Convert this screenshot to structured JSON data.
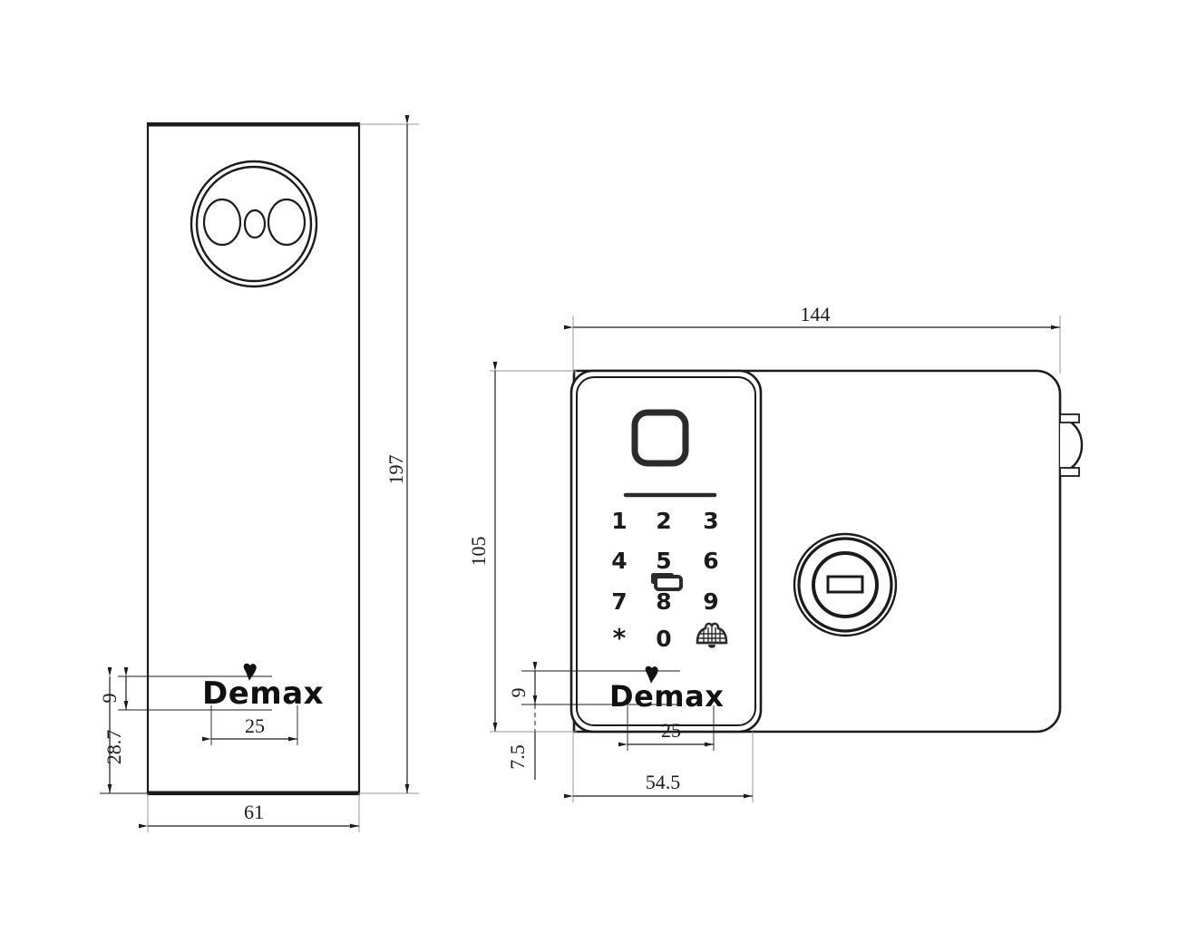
{
  "drawing": {
    "title": "Demax smart lock dimensional drawing",
    "background_color": "#ffffff",
    "line_color": "#1b1b1b",
    "units": "mm"
  },
  "brand": {
    "name": "Demax",
    "mark": "leaf-sprout-icon"
  },
  "views": [
    {
      "id": "side-view",
      "name": "side-view-left",
      "description": "Narrow rectangular side plate with circular speaker/indicator cluster"
    },
    {
      "id": "front-view",
      "name": "front-view-right",
      "description": "Front face with fingerprint sensor, numeric keypad, knob and lock cylinder"
    }
  ],
  "side_view": {
    "feature_circle": "speaker-cluster-icon",
    "inner_shapes": [
      "oval-left",
      "oval-center-small",
      "oval-right"
    ],
    "logo": "Demax"
  },
  "front_view": {
    "fingerprint_sensor": "fingerprint-square-icon",
    "divider": "keypad-divider-line",
    "keypad": {
      "rows": [
        [
          "1",
          "2",
          "3"
        ],
        [
          "4",
          "5",
          "6"
        ],
        [
          "7",
          "8",
          "9"
        ],
        [
          "*",
          "0",
          "bell-icon"
        ]
      ],
      "card_icon": "rfid-card-icon",
      "bell_label": "bell-icon"
    },
    "logo": "Demax",
    "lock_cylinder": "key-cylinder-icon",
    "keyhole": "keyhole-slot",
    "knob": "thumb-turn-knob"
  },
  "dimensions": {
    "side_view": [
      {
        "id": "d-197",
        "label": "197",
        "orientation": "vertical",
        "position": "right"
      },
      {
        "id": "d-9-l",
        "label": "9",
        "orientation": "vertical",
        "position": "left"
      },
      {
        "id": "d-287",
        "label": "28.7",
        "orientation": "vertical",
        "position": "left"
      },
      {
        "id": "d-25-l",
        "label": "25",
        "orientation": "horizontal",
        "position": "logo-width"
      },
      {
        "id": "d-61",
        "label": "61",
        "orientation": "horizontal",
        "position": "bottom"
      }
    ],
    "front_view": [
      {
        "id": "d-144",
        "label": "144",
        "orientation": "horizontal",
        "position": "top"
      },
      {
        "id": "d-105",
        "label": "105",
        "orientation": "vertical",
        "position": "left"
      },
      {
        "id": "d-9-r",
        "label": "9",
        "orientation": "vertical",
        "position": "left"
      },
      {
        "id": "d-75",
        "label": "7.5",
        "orientation": "vertical",
        "position": "left"
      },
      {
        "id": "d-25-r",
        "label": "25",
        "orientation": "horizontal",
        "position": "logo-width"
      },
      {
        "id": "d-545",
        "label": "54.5",
        "orientation": "horizontal",
        "position": "bottom"
      }
    ]
  }
}
